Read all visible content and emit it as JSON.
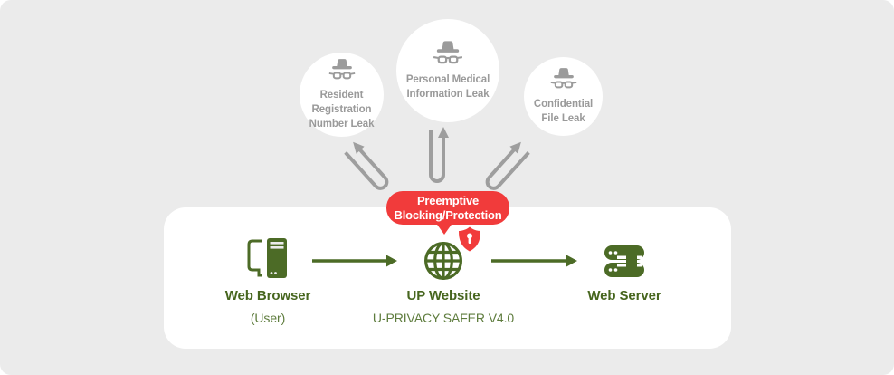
{
  "diagram": {
    "title_context": "preemptive-blocking-protection-flow",
    "threat_bubbles": [
      {
        "icon": "incognito-icon",
        "label": "Resident\nRegistration\nNumber Leak"
      },
      {
        "icon": "incognito-icon",
        "label": "Personal Medical\nInformation Leak"
      },
      {
        "icon": "incognito-icon",
        "label": "Confidential\nFile Leak"
      }
    ],
    "protection_badge": {
      "label": "Preemptive\nBlocking/Protection"
    },
    "flow_nodes": [
      {
        "id": "web-browser",
        "label": "Web Browser",
        "sublabel": "(User)"
      },
      {
        "id": "up-website",
        "label": "UP Website",
        "sublabel": "U-PRIVACY SAFER V4.0"
      },
      {
        "id": "web-server",
        "label": "Web Server"
      }
    ],
    "colors": {
      "background": "#ebebeb",
      "panel": "#ffffff",
      "accent_green": "#4c6b26",
      "label_green": "#47661f",
      "sublabel_green": "#5e7c3d",
      "alert_red": "#f13b3b",
      "muted_gray": "#9b9b9b"
    }
  }
}
